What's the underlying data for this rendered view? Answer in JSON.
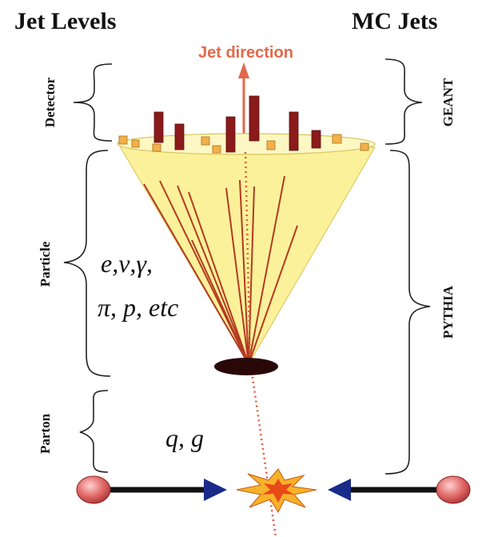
{
  "headings": {
    "left": "Jet Levels",
    "right": "MC Jets"
  },
  "arrow_label": "Jet direction",
  "levels": {
    "detector": "Detector",
    "particle": "Particle",
    "parton": "Parton"
  },
  "generators": {
    "geant": "GEANT",
    "pythia": "PYTHIA"
  },
  "particle_text": {
    "line1": "e,ν,γ,",
    "line2": "π, p, etc"
  },
  "parton_text": "q, g",
  "colors": {
    "cone_fill": "#fbf19a",
    "cone_edge": "#d8c45a",
    "track": "#b33a22",
    "tower": "#8b1a1a",
    "cell": "#f3b04a",
    "arrow": "#e06a4a",
    "beam_arrow": "#1a2a8a",
    "beam_ball": "#e26a6a",
    "burst_outer": "#f7b22a",
    "burst_inner": "#e84a1a"
  }
}
